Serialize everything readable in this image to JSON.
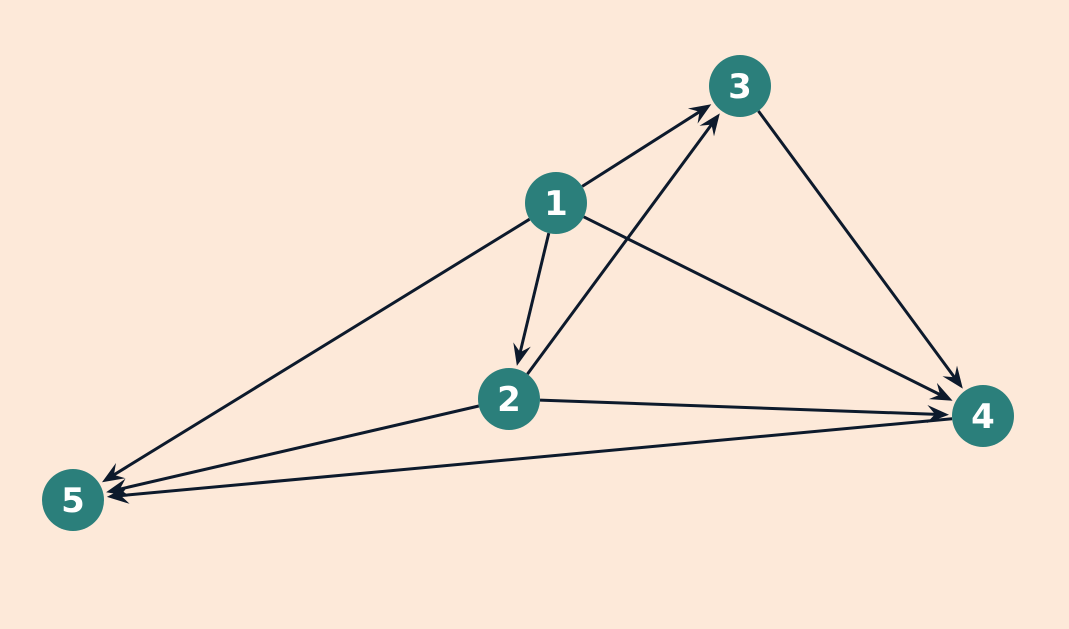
{
  "diagram": {
    "type": "directed-graph",
    "colors": {
      "background": "#fde9d9",
      "node_fill": "#2b7f7b",
      "node_text": "#ffffff",
      "edge": "#0d1a2c"
    },
    "nodes": [
      {
        "id": "1",
        "label": "1"
      },
      {
        "id": "2",
        "label": "2"
      },
      {
        "id": "3",
        "label": "3"
      },
      {
        "id": "4",
        "label": "4"
      },
      {
        "id": "5",
        "label": "5"
      }
    ],
    "edges": [
      {
        "from": "1",
        "to": "3"
      },
      {
        "from": "1",
        "to": "2"
      },
      {
        "from": "1",
        "to": "4"
      },
      {
        "from": "1",
        "to": "5"
      },
      {
        "from": "2",
        "to": "3"
      },
      {
        "from": "2",
        "to": "4"
      },
      {
        "from": "2",
        "to": "5"
      },
      {
        "from": "3",
        "to": "4"
      },
      {
        "from": "4",
        "to": "5"
      }
    ]
  }
}
